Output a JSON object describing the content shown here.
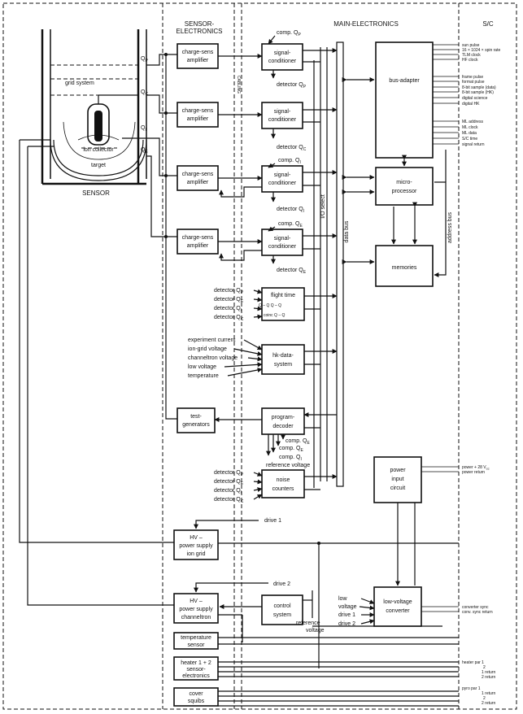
{
  "sections": {
    "sensor_electronics": [
      "SENSOR-",
      "ELECTRONICS"
    ],
    "cabling": "CABLING",
    "main_electronics": "MAIN-ELECTRONICS",
    "sc": "S/C",
    "sensor": "SENSOR"
  },
  "sensor": {
    "grid_system": "grid system",
    "ion_collector": "ion collector",
    "target": "target",
    "q_labels": [
      "Q",
      "Q",
      "Q",
      "Q"
    ],
    "q_subs": [
      "P",
      "C",
      "I",
      "E"
    ]
  },
  "blocks": {
    "cs_amp": [
      "charge-sens",
      "amplifier"
    ],
    "signal_conditioner": [
      "signal-",
      "conditioner"
    ],
    "flight_time": "flight time",
    "flight_eq": "Q    – Q    Q    – Q",
    "coinc": "coinc  Q    – Q",
    "hk": [
      "hk-data-",
      "system"
    ],
    "program_decoder": [
      "program-",
      "decoder"
    ],
    "noise_counters": [
      "noise",
      "counters"
    ],
    "test_generators": [
      "test-",
      "generators"
    ],
    "bus_adapter": "bus-adapter",
    "microprocessor": [
      "micro-",
      "processor"
    ],
    "memories": "memories",
    "power_input": [
      "power",
      "input",
      "circuit"
    ],
    "hv_ion": [
      "HV –",
      "power supply",
      "ion grid"
    ],
    "hv_chan": [
      "HV –",
      "power supply",
      "channeltron"
    ],
    "control": [
      "control",
      "system"
    ],
    "lv_conv": [
      "low-voltage",
      "converter"
    ],
    "temp_sensor": [
      "temperature",
      "sensor"
    ],
    "heater": [
      "heater 1 + 2",
      "sensor-",
      "electronics"
    ],
    "cover": [
      "cover",
      "squibs"
    ]
  },
  "labels": {
    "comp": "comp. Q",
    "detector": "detector Q",
    "comp_subs": [
      "P",
      "I",
      "E"
    ],
    "det_subs": [
      "P",
      "C",
      "I",
      "E"
    ],
    "det_flight_subs": [
      "P",
      "E",
      "I",
      "C"
    ],
    "det_noise_subs": [
      "P",
      "E",
      "I",
      "C"
    ],
    "pd_comp": [
      "comp. Q",
      "comp. Q",
      "comp. Q"
    ],
    "pd_comp_subs": [
      "E",
      "E",
      "I"
    ],
    "reference_voltage": "reference voltage",
    "hk_inputs": [
      "experiment current",
      "ion-grid voltage",
      "channeltron voltage",
      "low voltage",
      "temperature"
    ],
    "io_select": "I/O select",
    "data_bus": "data bus",
    "address_bus": "address bus",
    "drive1": "drive 1",
    "drive2": "drive 2",
    "reference_voltage_ctrl": [
      "reference",
      "voltage"
    ],
    "lv_inputs": [
      "low",
      "voltage",
      "drive 1",
      "drive 2"
    ]
  },
  "sc_lines": {
    "group1": [
      "sun pulse",
      "16 × 1024 × spin rate",
      "TLM clock",
      "HF clock"
    ],
    "group2": [
      "frame pulse",
      "format pulse",
      "8-bit sample (data)",
      "8-bit sample (HK)",
      "digital science",
      "digital HK"
    ],
    "group3": [
      "ML address",
      "ML clock",
      "ML data",
      "S/C time",
      "signal return"
    ],
    "power": [
      "power + 28 V",
      "power return"
    ],
    "power_sub": "cc",
    "conv": [
      "converter sync",
      "conv. sync return"
    ],
    "heater": [
      "heater par 1",
      "2",
      "1 return",
      "2 return"
    ],
    "pyro": [
      "pyro par 1",
      "1 return",
      "2",
      "2 return"
    ]
  }
}
